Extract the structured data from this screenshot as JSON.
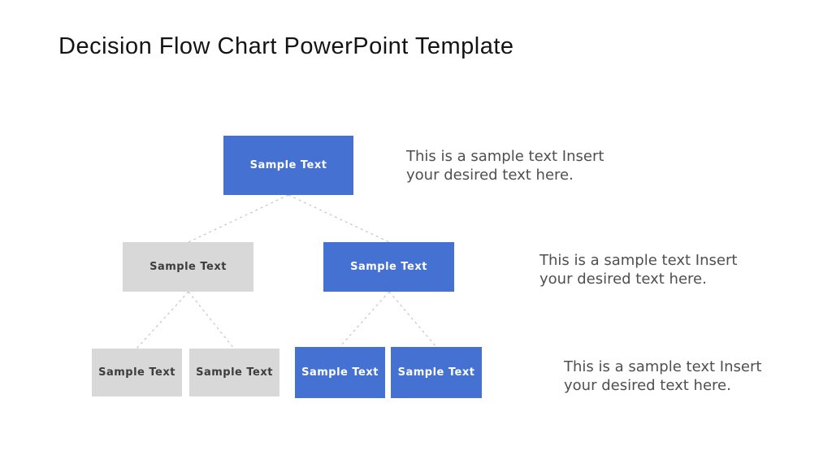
{
  "title": "Decision Flow Chart PowerPoint Template",
  "colors": {
    "accent_blue": "#4571d2",
    "neutral_gray": "#d8d8d8",
    "dark_text": "#3d3d3d",
    "body_text": "#4f4f4f",
    "connector_gray": "#c6c6c6",
    "title_text": "#141414",
    "background": "#ffffff"
  },
  "flowchart": {
    "nodes": [
      {
        "id": "root",
        "level": 1,
        "variant": "blue",
        "label": "Sample Text"
      },
      {
        "id": "level2-left",
        "level": 2,
        "variant": "gray",
        "label": "Sample Text"
      },
      {
        "id": "level2-right",
        "level": 2,
        "variant": "blue",
        "label": "Sample Text"
      },
      {
        "id": "level3-1",
        "level": 3,
        "variant": "gray",
        "label": "Sample Text"
      },
      {
        "id": "level3-2",
        "level": 3,
        "variant": "gray",
        "label": "Sample Text"
      },
      {
        "id": "level3-3",
        "level": 3,
        "variant": "blue",
        "label": "Sample Text"
      },
      {
        "id": "level3-4",
        "level": 3,
        "variant": "blue",
        "label": "Sample Text"
      }
    ],
    "connectors": [
      {
        "from": "root",
        "to": "level2-left"
      },
      {
        "from": "root",
        "to": "level2-right"
      },
      {
        "from": "level2-left",
        "to": "level3-1"
      },
      {
        "from": "level2-left",
        "to": "level3-2"
      },
      {
        "from": "level2-right",
        "to": "level3-3"
      },
      {
        "from": "level2-right",
        "to": "level3-4"
      }
    ]
  },
  "annotations": [
    {
      "line1": "This is a sample text Insert",
      "line2": "your desired text here."
    },
    {
      "line1": "This is a sample text Insert",
      "line2": "your desired text here."
    },
    {
      "line1": "This is a sample text Insert",
      "line2": "your desired text here."
    }
  ]
}
